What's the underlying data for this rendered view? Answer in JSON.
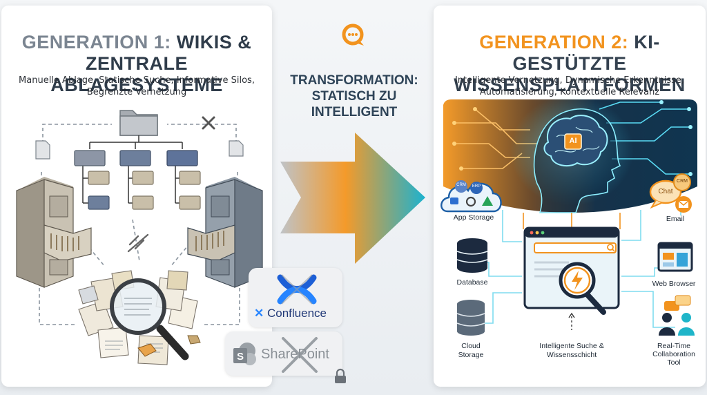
{
  "left_panel": {
    "title_prefix": "GENERATION 1:",
    "title_rest": "WIKIS &",
    "title_line2": "ZENTRALE ABLAGESYSTEME",
    "subtitle_line1": "Manuelle Ablage, Statische Suche, Informative Silos,",
    "subtitle_line2": "Begrenzte Vernetzung"
  },
  "middle": {
    "title_line1": "TRANSFORMATION:",
    "title_line2": "STATISCH ZU",
    "title_line3": "INTELLIGENT",
    "confluence_label": "Confluence",
    "sharepoint_label": "SharePoint"
  },
  "right_panel": {
    "title_prefix": "GENERATION 2:",
    "title_rest": "KI-GESTÜTZTE",
    "title_line2": "WISSENSPLATTFORMEN",
    "subtitle_line1": "Intelligente Vernetzung, Dynamische Erkenntnisse,",
    "subtitle_line2": "Automatisierung, Kontextuelle Relevanz",
    "ai_chip_label": "AI",
    "cloud_badges": [
      "CRM",
      "ERP"
    ],
    "chat_badges": [
      "Chat",
      "CRM"
    ],
    "nodes": {
      "app_storage": "App Storage",
      "email": "Email",
      "database": "Database",
      "web_browser": "Web Browser",
      "cloud_storage_1": "Cloud",
      "cloud_storage_2": "Storage",
      "search_1": "Intelligente Suche &",
      "search_2": "Wissensschicht",
      "collab_1": "Real-Time",
      "collab_2": "Collaboration",
      "collab_3": "Tool"
    }
  },
  "colors": {
    "accent_orange": "#f2931e",
    "accent_teal": "#1fb5c9",
    "navy": "#1c2a3f",
    "gray_title": "#7b8591"
  }
}
